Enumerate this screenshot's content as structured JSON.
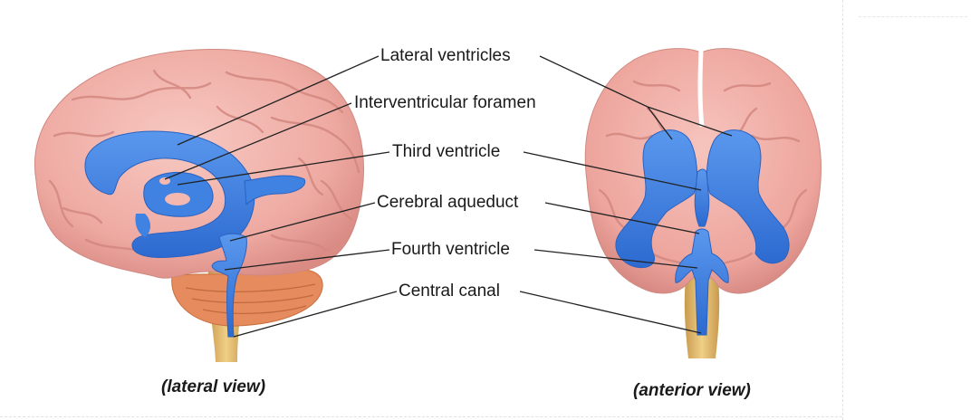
{
  "labels": {
    "lateral_ventricles": "Lateral ventricles",
    "interventricular_foramen": "Interventricular foramen",
    "third_ventricle": "Third ventricle",
    "cerebral_aqueduct": "Cerebral aqueduct",
    "fourth_ventricle": "Fourth ventricle",
    "central_canal": "Central canal"
  },
  "captions": {
    "lateral": "(lateral view)",
    "anterior": "(anterior view)"
  },
  "colors": {
    "cerebrum": "#f2b5ad",
    "cerebrum_shade": "#e39a92",
    "cerebellum": "#e98a5c",
    "brainstem": "#e8c37a",
    "ventricles": "#3c7fe0",
    "ventricles_dark": "#2a66c4",
    "leader": "#222222"
  }
}
